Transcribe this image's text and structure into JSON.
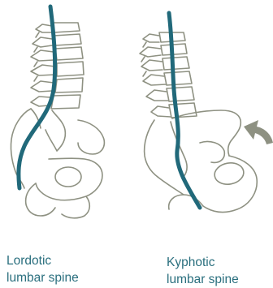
{
  "colors": {
    "bone_outline": "#8e9182",
    "spine_curve": "#21697a",
    "arrow": "#8e9182",
    "caption_text": "#2a6f7e",
    "background": "#ffffff"
  },
  "figures": [
    {
      "id": "lordotic",
      "caption_line1": "Lordotic",
      "caption_line2": "lumbar spine"
    },
    {
      "id": "kyphotic",
      "caption_line1": "Kyphotic",
      "caption_line2": "lumbar spine",
      "indicator": "curved-arrow-icon"
    }
  ]
}
